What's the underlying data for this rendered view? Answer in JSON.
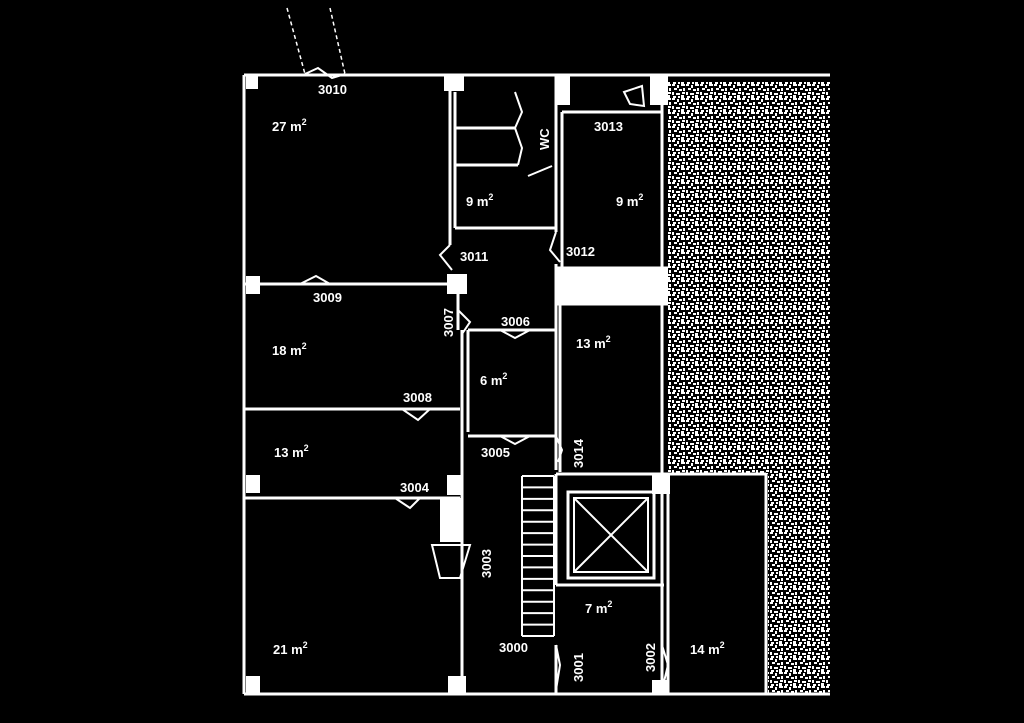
{
  "rooms": [
    {
      "id": "room-27",
      "value": "27 m",
      "exp": "2"
    },
    {
      "id": "room-18",
      "value": "18 m",
      "exp": "2"
    },
    {
      "id": "room-13a",
      "value": "13 m",
      "exp": "2"
    },
    {
      "id": "room-21",
      "value": "21 m",
      "exp": "2"
    },
    {
      "id": "room-9a",
      "value": "9 m",
      "exp": "2"
    },
    {
      "id": "room-9b",
      "value": "9 m",
      "exp": "2"
    },
    {
      "id": "room-6",
      "value": "6 m",
      "exp": "2"
    },
    {
      "id": "room-13b",
      "value": "13 m",
      "exp": "2"
    },
    {
      "id": "room-7",
      "value": "7 m",
      "exp": "2"
    },
    {
      "id": "room-14",
      "value": "14 m",
      "exp": "2"
    }
  ],
  "doors": {
    "d3010": "3010",
    "d3009": "3009",
    "d3008": "3008",
    "d3004": "3004",
    "d3013": "3013",
    "d3012": "3012",
    "d3011": "3011",
    "d3007": "3007",
    "d3006": "3006",
    "d3005": "3005",
    "d3014": "3014",
    "d3003": "3003",
    "d3000": "3000",
    "d3001": "3001",
    "d3002": "3002"
  },
  "wc": "WC",
  "colors": {
    "background": "#000000",
    "lines": "#ffffff"
  }
}
